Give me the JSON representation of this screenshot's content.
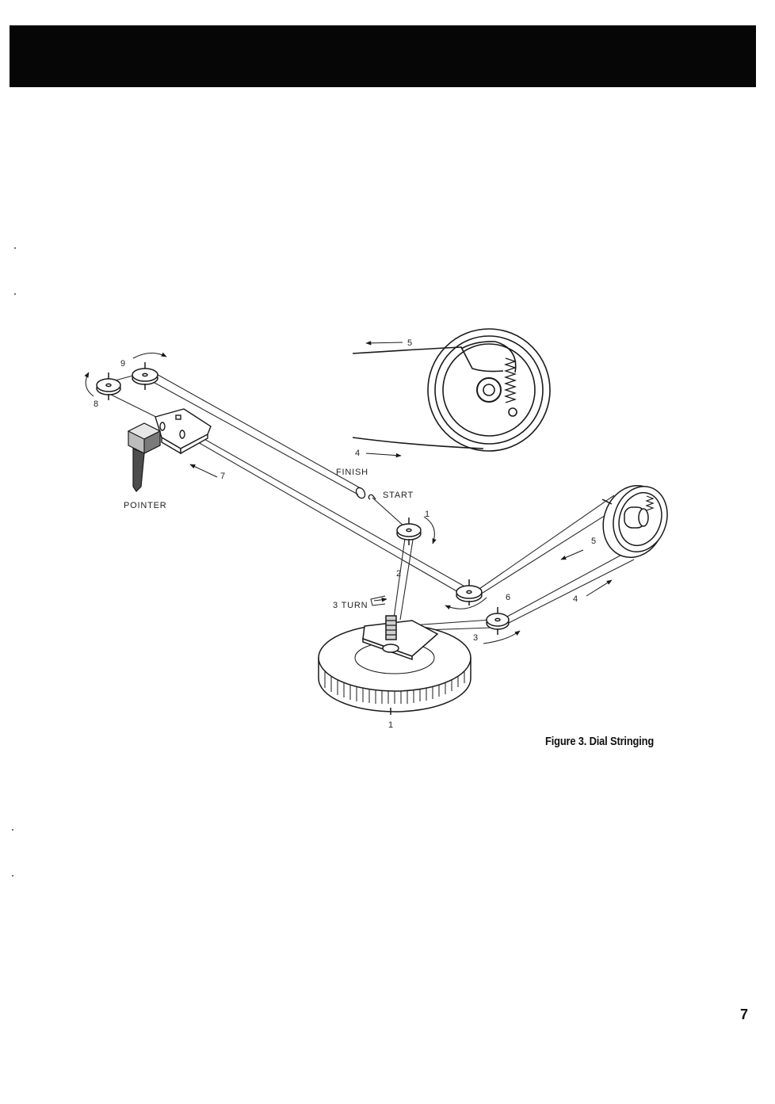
{
  "colors": {
    "header_bar": "#060606",
    "ink": "#1a1a1a",
    "paper": "#ffffff"
  },
  "diagram": {
    "labels": {
      "pointer": "POINTER",
      "finish": "FINISH",
      "start": "START",
      "turn": "3 TURN",
      "n1": "1",
      "n2": "2",
      "n3": "3",
      "n4": "4",
      "n5": "5",
      "n6": "6",
      "n7": "7",
      "n8": "8",
      "n9": "9",
      "inset_n4": "4",
      "inset_n5": "5",
      "hub_n1": "1"
    }
  },
  "caption": "Figure 3.  Dial Stringing",
  "page_number": "7"
}
